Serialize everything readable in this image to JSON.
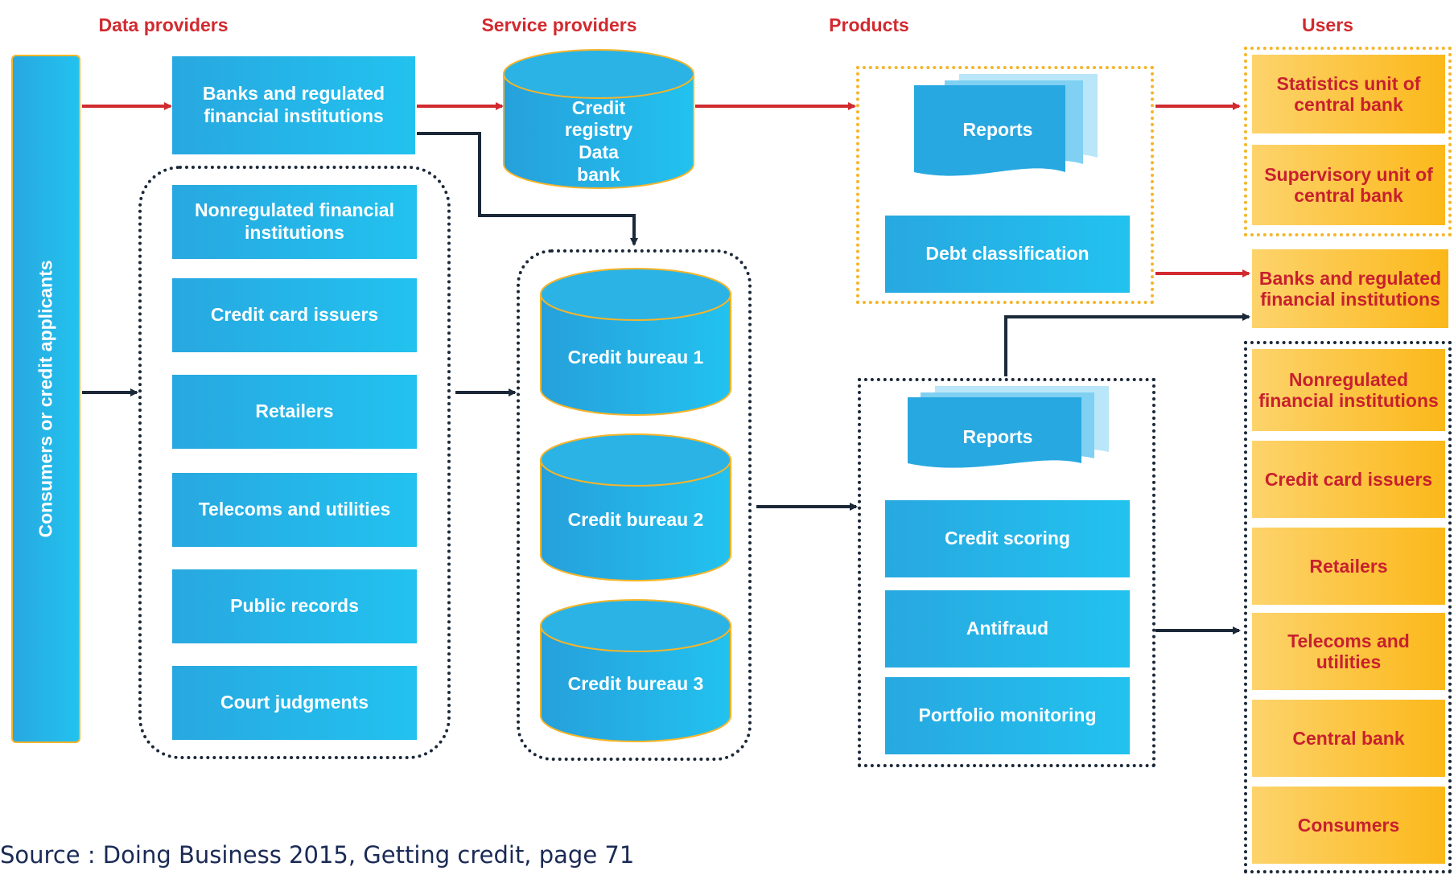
{
  "columns": {
    "data_providers": "Data providers",
    "service_providers": "Service providers",
    "products": "Products",
    "users": "Users"
  },
  "consumers_label": "Consumers or credit applicants",
  "data_providers": {
    "regulated": "Banks and regulated financial institutions",
    "others": [
      "Nonregulated financial institutions",
      "Credit card issuers",
      "Retailers",
      "Telecoms and utilities",
      "Public records",
      "Court judgments"
    ]
  },
  "service_providers": {
    "registry": "Credit registry Data bank",
    "bureaus": [
      "Credit bureau 1",
      "Credit bureau 2",
      "Credit bureau 3"
    ]
  },
  "products": {
    "registry_products": [
      "Reports",
      "Debt classification"
    ],
    "bureau_products": [
      "Reports",
      "Credit scoring",
      "Antifraud",
      "Portfolio monitoring"
    ]
  },
  "users": {
    "central_bank_units": [
      "Statistics unit of central bank",
      "Supervisory unit of central bank"
    ],
    "regulated": "Banks and regulated financial institutions",
    "others": [
      "Nonregulated financial institutions",
      "Credit card issuers",
      "Retailers",
      "Telecoms and utilities",
      "Central bank",
      "Consumers"
    ]
  },
  "source": "Source : Doing Business 2015, Getting credit, page 71",
  "colors": {
    "flow_red": "#d12a2f",
    "flow_dark": "#1b2838",
    "provider_blue": "#22b5e8",
    "user_orange": "#fbb81a"
  }
}
